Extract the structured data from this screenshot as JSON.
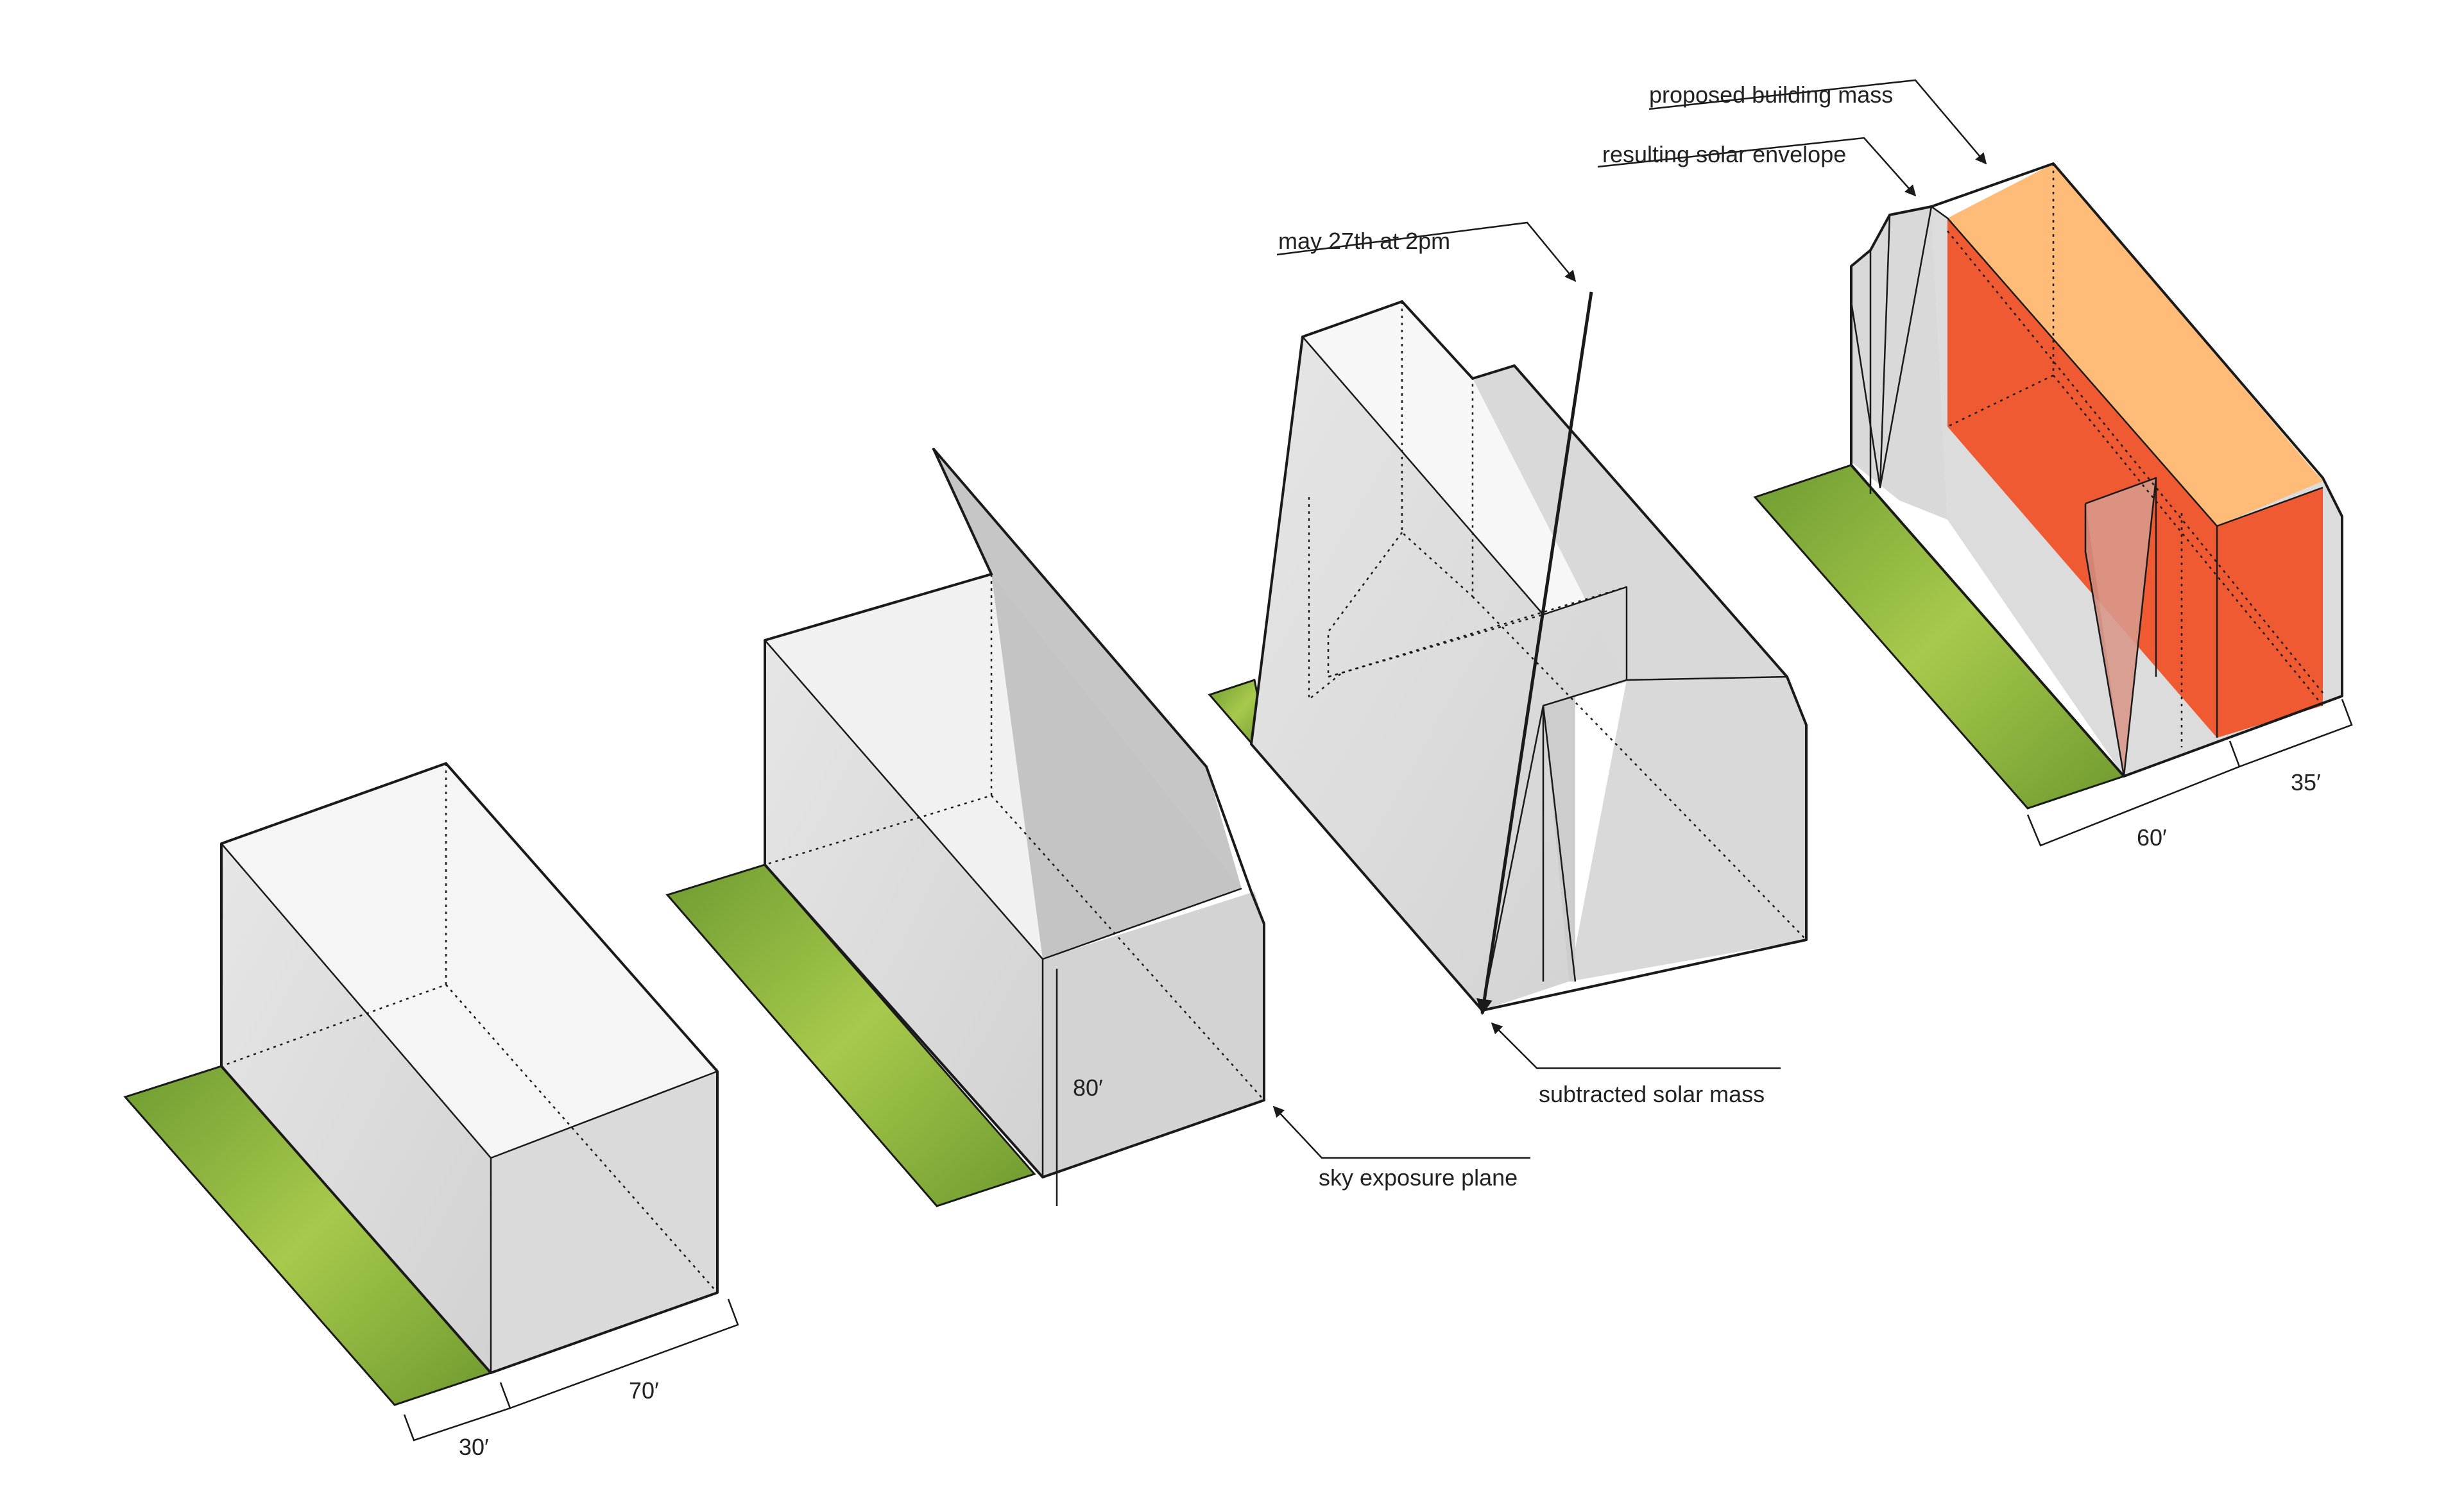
{
  "labels": {
    "proposed_building_mass": "proposed building mass",
    "resulting_solar_envelope": "resulting solar envelope",
    "sun_time": "may 27th at 2pm",
    "subtracted_solar_mass": "subtracted solar mass",
    "sky_exposure_plane": "sky exposure plane"
  },
  "dimensions": {
    "lot_width": "30′",
    "lot_depth": "70′",
    "height": "80′",
    "building_depth": "60′",
    "rear_yard": "35′"
  },
  "colors": {
    "grass": "#7fa83a",
    "grass_light": "#a9c94d",
    "mass_face_light": "#eeeeee",
    "mass_face_mid": "#dedede",
    "mass_face_dark": "#cfcfcf",
    "plane": "#bdbdbd",
    "building_front": "#f05a33",
    "building_top": "#ffbc78",
    "subtracted_wedge": "#d8988a",
    "line": "#1a1a1a"
  }
}
